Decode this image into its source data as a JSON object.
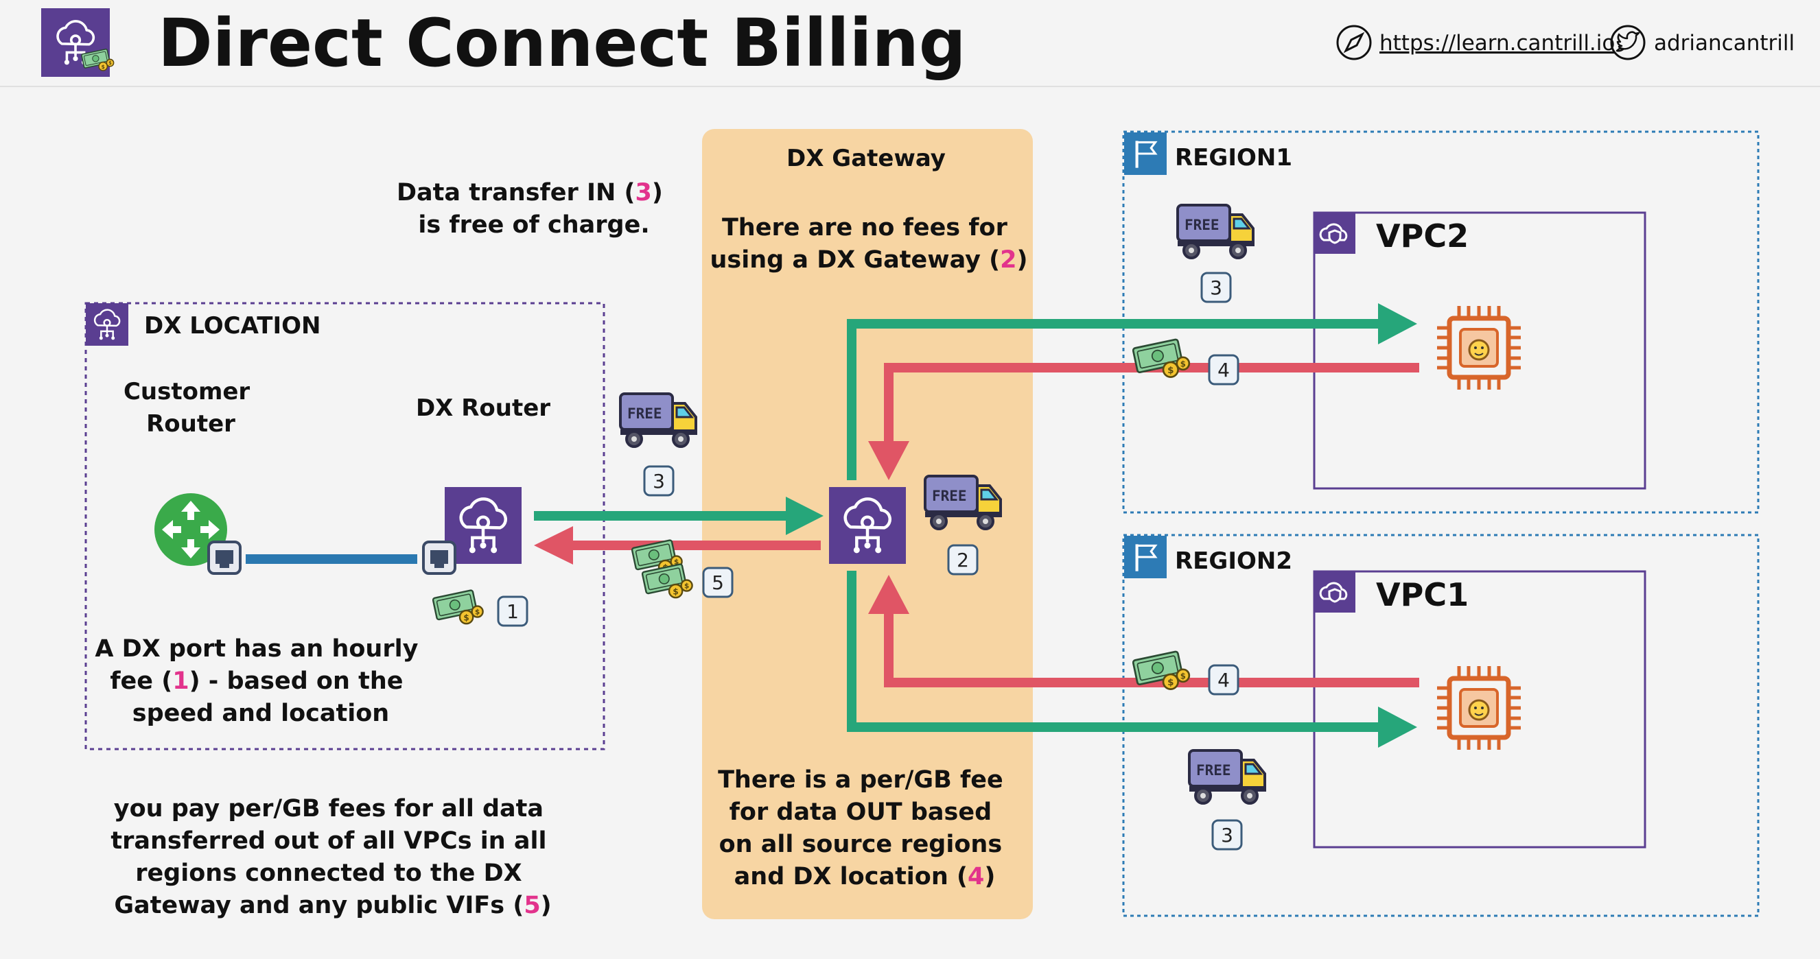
{
  "header": {
    "title": "Direct Connect Billing",
    "website": "https://learn.cantrill.io",
    "twitter": "adriancantrill"
  },
  "colors": {
    "aws_purple": "#5a3e91",
    "ingress_green": "#26a67a",
    "egress_red": "#e05565",
    "cross_connect_blue": "#2a78b0",
    "gateway_fill": "#f7d5a3",
    "region_border": "#2d7bb5",
    "highlight_pink": "#e2338c"
  },
  "dx_location": {
    "label": "DX LOCATION",
    "customer_router_line1": "Customer",
    "customer_router_line2": "Router",
    "dx_router": "DX Router",
    "note_parts": [
      "A DX port has an hourly",
      "fee (",
      "1",
      ") - based on the",
      "speed and location"
    ],
    "port_fee_badge": "1"
  },
  "transfer_in": {
    "note_parts": [
      "Data transfer IN (",
      "3",
      ")",
      "is free of charge."
    ],
    "badge": "3",
    "truck_label": "FREE"
  },
  "public_vif_fee_badge": "5",
  "dx_gateway": {
    "label": "DX Gateway",
    "top_note_parts": [
      "There are no fees for",
      "using a DX Gateway (",
      "2",
      ")"
    ],
    "bottom_note_parts": [
      "There is a per/GB fee",
      "for data OUT based",
      "on all source regions",
      "and DX location (",
      "4",
      ")"
    ],
    "badge": "2",
    "truck_label": "FREE"
  },
  "regions": [
    {
      "name": "REGION1",
      "vpc": "VPC2",
      "in_badge": "3",
      "out_badge": "4",
      "truck_label": "FREE"
    },
    {
      "name": "REGION2",
      "vpc": "VPC1",
      "in_badge": "3",
      "out_badge": "4",
      "truck_label": "FREE"
    }
  ],
  "footer_note_parts": [
    "you pay per/GB fees for all data",
    "transferred out of all VPCs in all",
    "regions connected to the DX",
    "Gateway and any public VIFs (",
    "5",
    ")"
  ]
}
